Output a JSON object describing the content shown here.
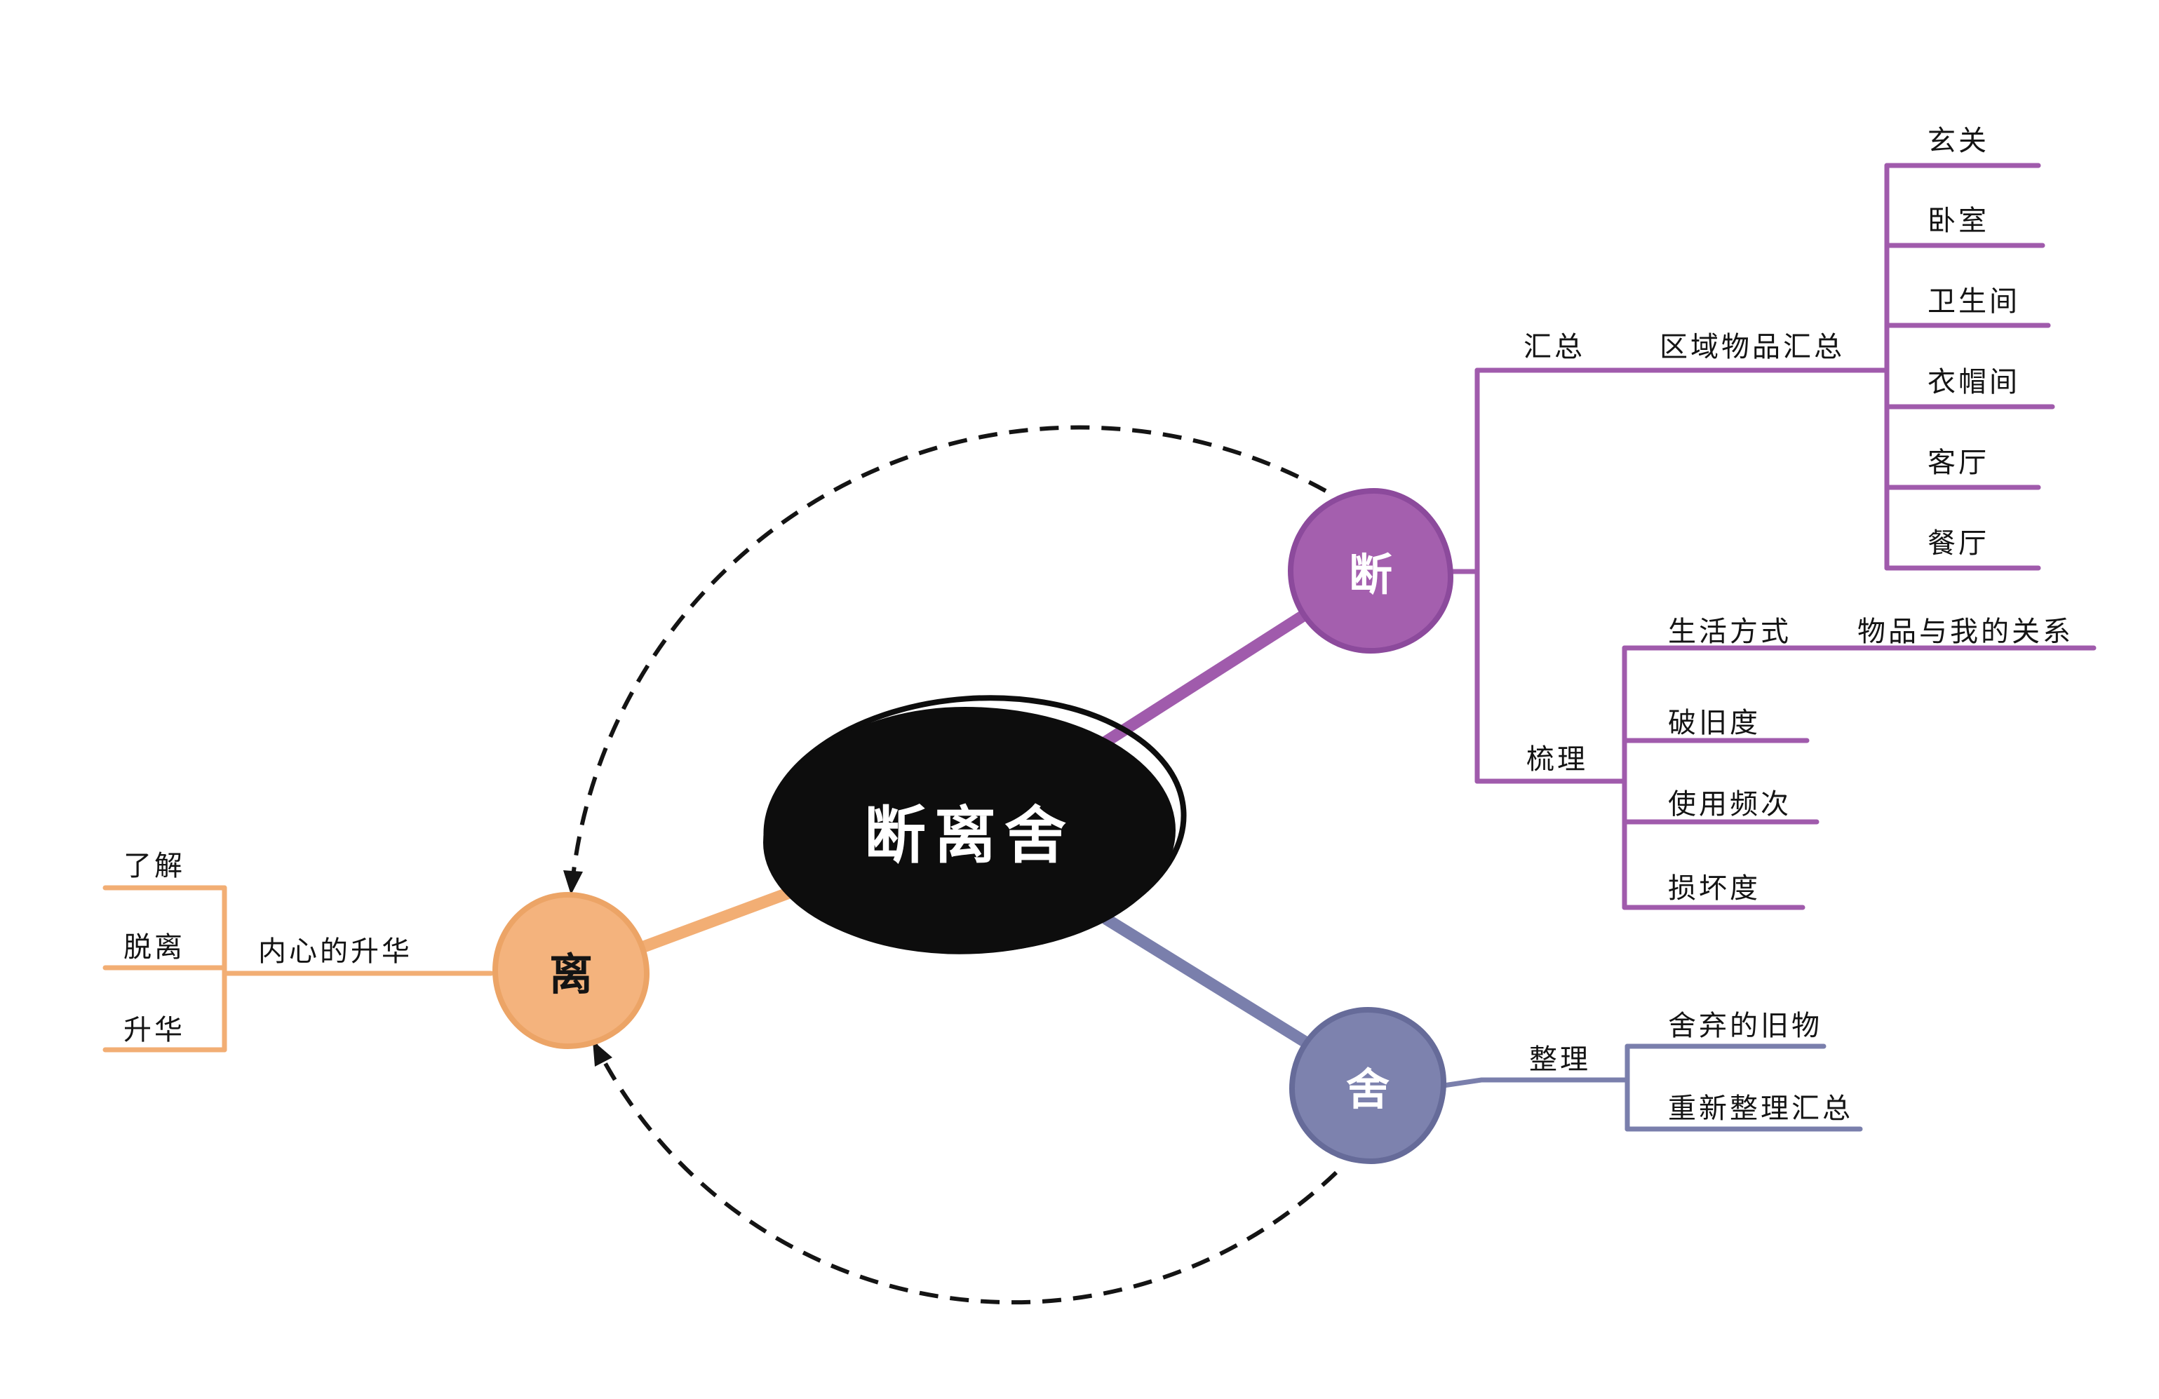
{
  "center": {
    "label": "断离舍"
  },
  "duan": {
    "node": "断",
    "summary_label": "汇总",
    "area_summary_label": "区域物品汇总",
    "areas": [
      "玄关",
      "卧室",
      "卫生间",
      "衣帽间",
      "客厅",
      "餐厅"
    ],
    "sort_label": "梳理",
    "lifestyle_label": "生活方式",
    "lifestyle_child": "物品与我的关系",
    "sort_items": [
      "破旧度",
      "使用频次",
      "损坏度"
    ]
  },
  "she": {
    "node": "舍",
    "organize_label": "整理",
    "items": [
      "舍弃的旧物",
      "重新整理汇总"
    ]
  },
  "li": {
    "node": "离",
    "sublimation_label": "内心的升华",
    "items": [
      "了解",
      "脱离",
      "升华"
    ]
  },
  "colors": {
    "center_node": "#0d0d0d",
    "duan_branch": "#a05bac",
    "she_branch": "#7a7fac",
    "li_branch": "#f2ae74",
    "cycle_dash": "#141414",
    "background": "#ffffff"
  }
}
